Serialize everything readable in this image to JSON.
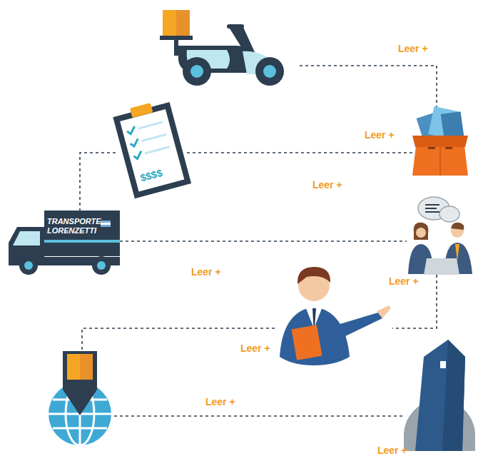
{
  "diagram": {
    "nodes": [
      {
        "text": [
          "Leer +"
        ]
      },
      {
        "text": [
          "Leer +"
        ]
      },
      {
        "text": [
          "Leer +"
        ]
      },
      {
        "text": [
          "Leer +"
        ]
      },
      {
        "text": [
          "Leer +"
        ]
      },
      {
        "text": [
          "Leer +"
        ]
      },
      {
        "text": [
          "Leer +"
        ]
      },
      {
        "text": [
          "Leer +"
        ]
      }
    ],
    "edges": [
      {
        "from": 0,
        "to": 1,
        "arrow": "none"
      },
      {
        "from": 1,
        "to": 2,
        "arrow": "none"
      },
      {
        "from": 2,
        "to": 3,
        "arrow": "none"
      },
      {
        "from": 3,
        "to": 4,
        "arrow": "none"
      },
      {
        "from": 4,
        "to": 5,
        "arrow": "none"
      },
      {
        "from": 5,
        "to": 6,
        "arrow": "none"
      },
      {
        "from": 6,
        "to": 7,
        "arrow": "none"
      }
    ],
    "labels": [
      "TRANSPORTE LORENZETTI",
      "$$$$"
    ]
  }
}
